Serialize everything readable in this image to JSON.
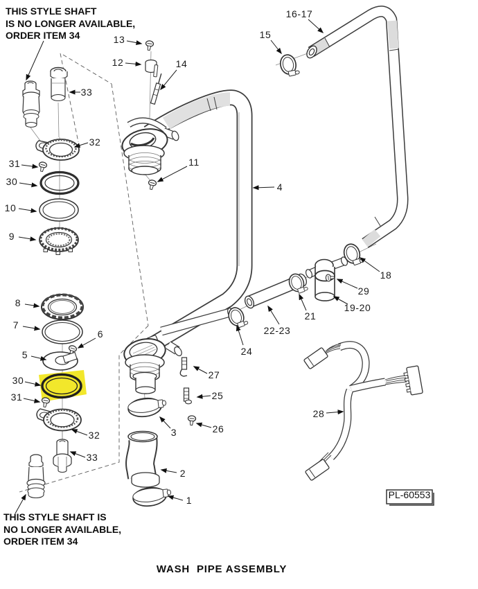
{
  "title": "WASH  PIPE ASSEMBLY",
  "plate_number": "PL-60553",
  "highlight_color": "#f2e72b",
  "highlighted_part": "30",
  "notes": {
    "top": [
      "THIS STYLE SHAFT",
      "IS NO LONGER AVAILABLE,",
      "ORDER ITEM 34"
    ],
    "bottom": [
      "THIS STYLE SHAFT IS",
      "NO LONGER AVAILABLE,",
      "ORDER ITEM 34"
    ]
  },
  "part_labels": {
    "p1": "1",
    "p2": "2",
    "p3": "3",
    "p4": "4",
    "p5": "5",
    "p6": "6",
    "p7": "7",
    "p8": "8",
    "p9": "9",
    "p10": "10",
    "p11": "11",
    "p12": "12",
    "p13": "13",
    "p14": "14",
    "p15": "15",
    "p16_17": "16-17",
    "p18": "18",
    "p19_20": "19-20",
    "p21": "21",
    "p22_23": "22-23",
    "p24": "24",
    "p25": "25",
    "p26": "26",
    "p27": "27",
    "p28": "28",
    "p29": "29",
    "p30_top": "30",
    "p30_bottom": "30",
    "p31_top": "31",
    "p31_bottom": "31",
    "p32_top": "32",
    "p32_bottom": "32",
    "p33_top": "33",
    "p33_bottom": "33"
  }
}
